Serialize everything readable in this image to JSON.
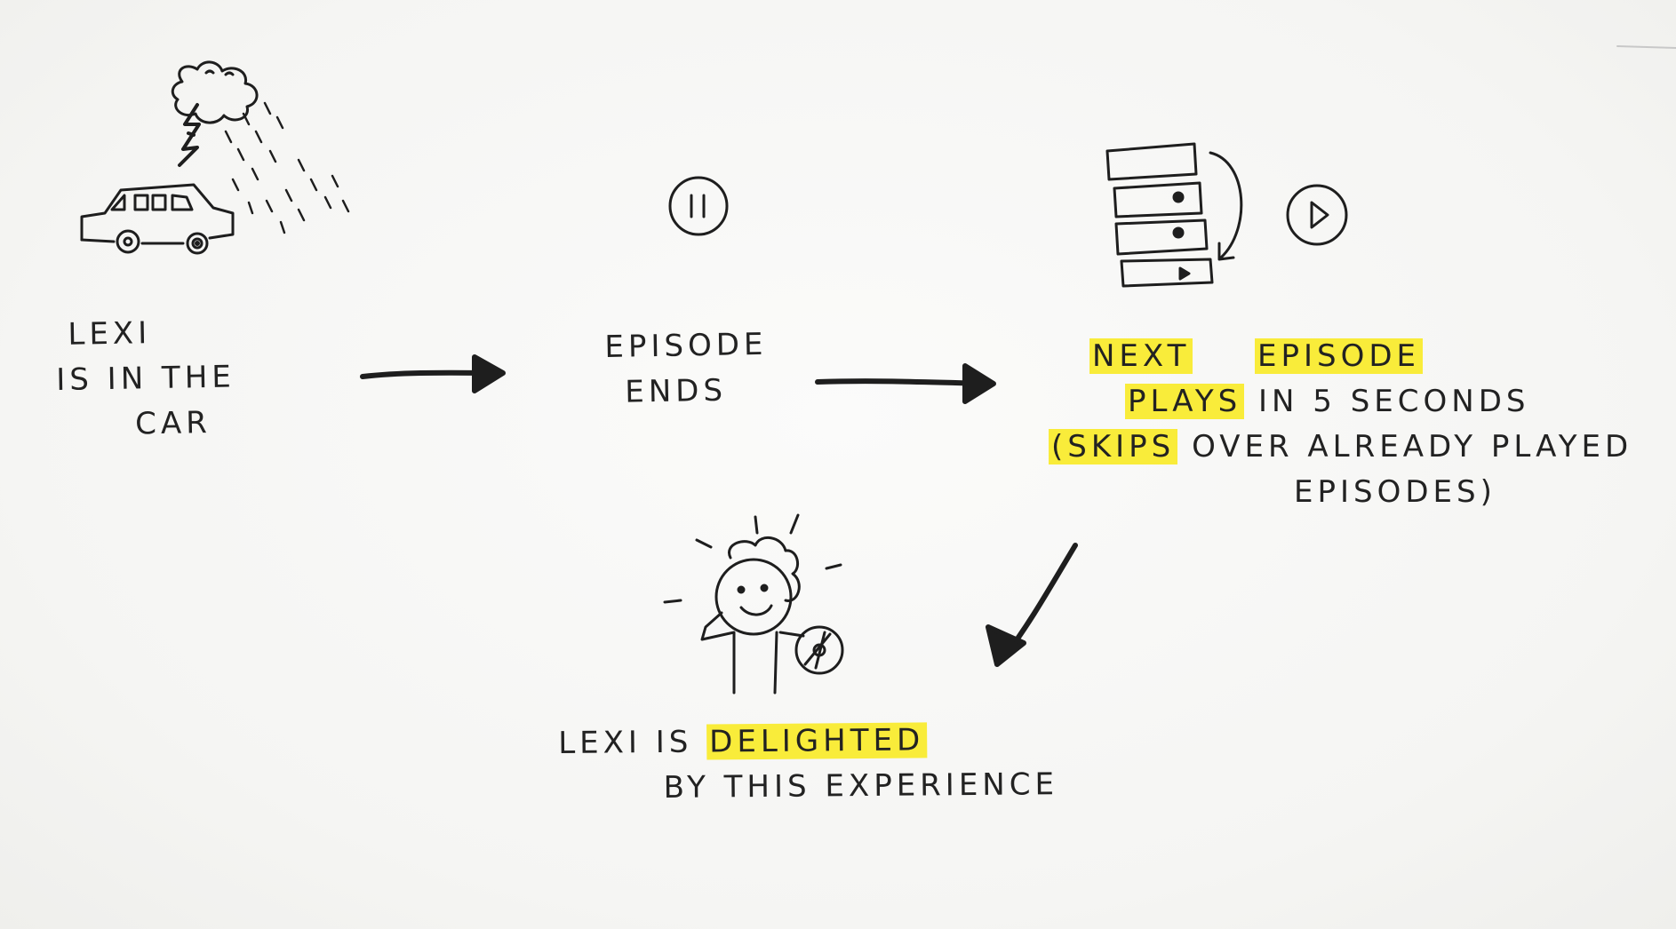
{
  "steps": [
    {
      "lines": [
        "LEXI",
        "IS IN THE",
        "CAR"
      ]
    },
    {
      "lines": [
        "EPISODE",
        "ENDS"
      ]
    },
    {
      "line1": {
        "highlight_a": "NEXT",
        "highlight_b": "EPISODE"
      },
      "line2": {
        "highlight": "PLAYS",
        "rest": "IN 5 SECONDS"
      },
      "line3": {
        "paren_highlight": "(SKIPS",
        "rest": "OVER ALREADY PLAYED"
      },
      "line4": "EPISODES)"
    },
    {
      "line1": {
        "pre": "LEXI IS",
        "highlight": "DELIGHTED"
      },
      "line2": "BY THIS EXPERIENCE"
    }
  ],
  "colors": {
    "ink": "#222222",
    "highlighter": "#f9ec3a",
    "paper": "#f6f6f4"
  },
  "icons": [
    "storm-cloud-icon",
    "lightning-icon",
    "rain-icon",
    "car-icon",
    "pause-icon",
    "episode-stack-icon",
    "curved-arrow-icon",
    "play-icon",
    "happy-person-icon",
    "disc-icon",
    "arrow-right-icon",
    "arrow-down-left-icon"
  ]
}
